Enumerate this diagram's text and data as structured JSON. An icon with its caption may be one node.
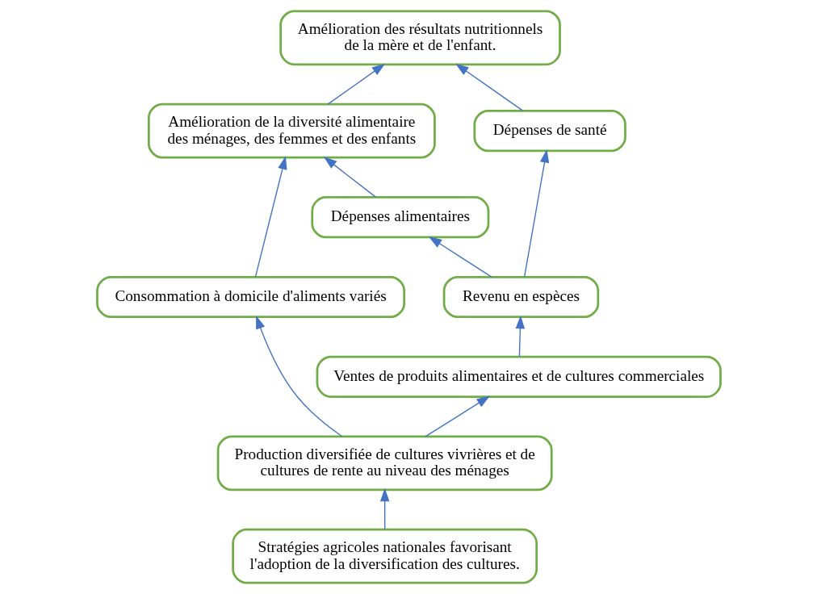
{
  "diagram": {
    "nodes": [
      {
        "text": [
          "Amélioration des résultats nutritionnels de la mère et de l'enfant."
        ]
      },
      {
        "text": [
          "Amélioration de la diversité alimentaire des ménages, des femmes et des enfants"
        ]
      },
      {
        "text": [
          "Dépenses alimentaires"
        ]
      },
      {
        "text": [
          "Dépenses de santé"
        ]
      },
      {
        "text": [
          "Revenu en espèces"
        ]
      },
      {
        "text": [
          "Consommation à domicile d'aliments variés"
        ]
      },
      {
        "text": [
          "Ventes de produits alimentaires et de cultures commerciales"
        ]
      },
      {
        "text": [
          "Production diversifiée de cultures vivrières et de cultures de rente au niveau des ménages"
        ]
      },
      {
        "text": [
          "Stratégies agricoles nationales favorisant l'adoption de la diversification des cultures."
        ]
      }
    ],
    "edges": [
      {
        "from": 1,
        "to": 0,
        "arrow": "to"
      },
      {
        "from": 3,
        "to": 0,
        "arrow": "to"
      },
      {
        "from": 2,
        "to": 1,
        "arrow": "to"
      },
      {
        "from": 4,
        "to": 2,
        "arrow": "to"
      },
      {
        "from": 4,
        "to": 3,
        "arrow": "to"
      },
      {
        "from": 5,
        "to": 1,
        "arrow": "to"
      },
      {
        "from": 6,
        "to": 4,
        "arrow": "to"
      },
      {
        "from": 7,
        "to": 5,
        "arrow": "to"
      },
      {
        "from": 7,
        "to": 6,
        "arrow": "to"
      },
      {
        "from": 8,
        "to": 7,
        "arrow": "to"
      }
    ]
  }
}
